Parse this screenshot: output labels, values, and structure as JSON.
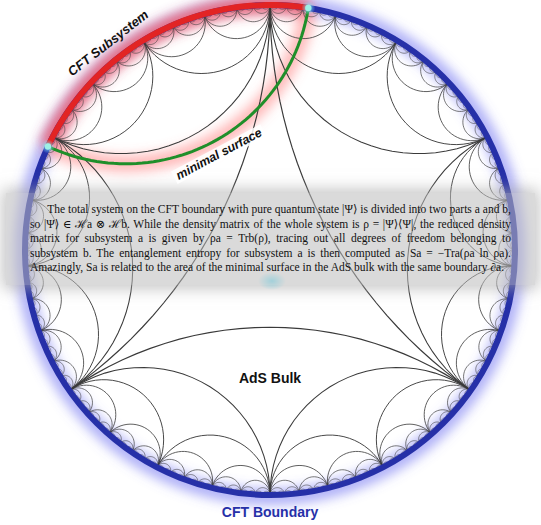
{
  "diagram": {
    "nodes": [
      {
        "text": [
          "The total system on the CFT boundary with pure quantum state |Ψ⟩ is divided into two parts a and b, so |Ψ⟩ ∈ ℋa ⊗ ℋb. While the density matrix of the whole system is ρ = |Ψ⟩⟨Ψ|, the reduced density matrix for subsystem a is given by ρa = Trb(ρ), tracing out all degrees of freedom belonging to subsystem b. The entanglement entropy for subsystem a is then computed as Sa = −Tra(ρa ln ρa). Amazingly, Sa is related to the area of the minimal surface in the AdS bulk with the same boundary ∂a."
        ]
      }
    ],
    "edges": [],
    "labels": [
      "CFT Subsystem",
      "minimal surface",
      "AdS Bulk",
      "CFT Boundary"
    ]
  }
}
